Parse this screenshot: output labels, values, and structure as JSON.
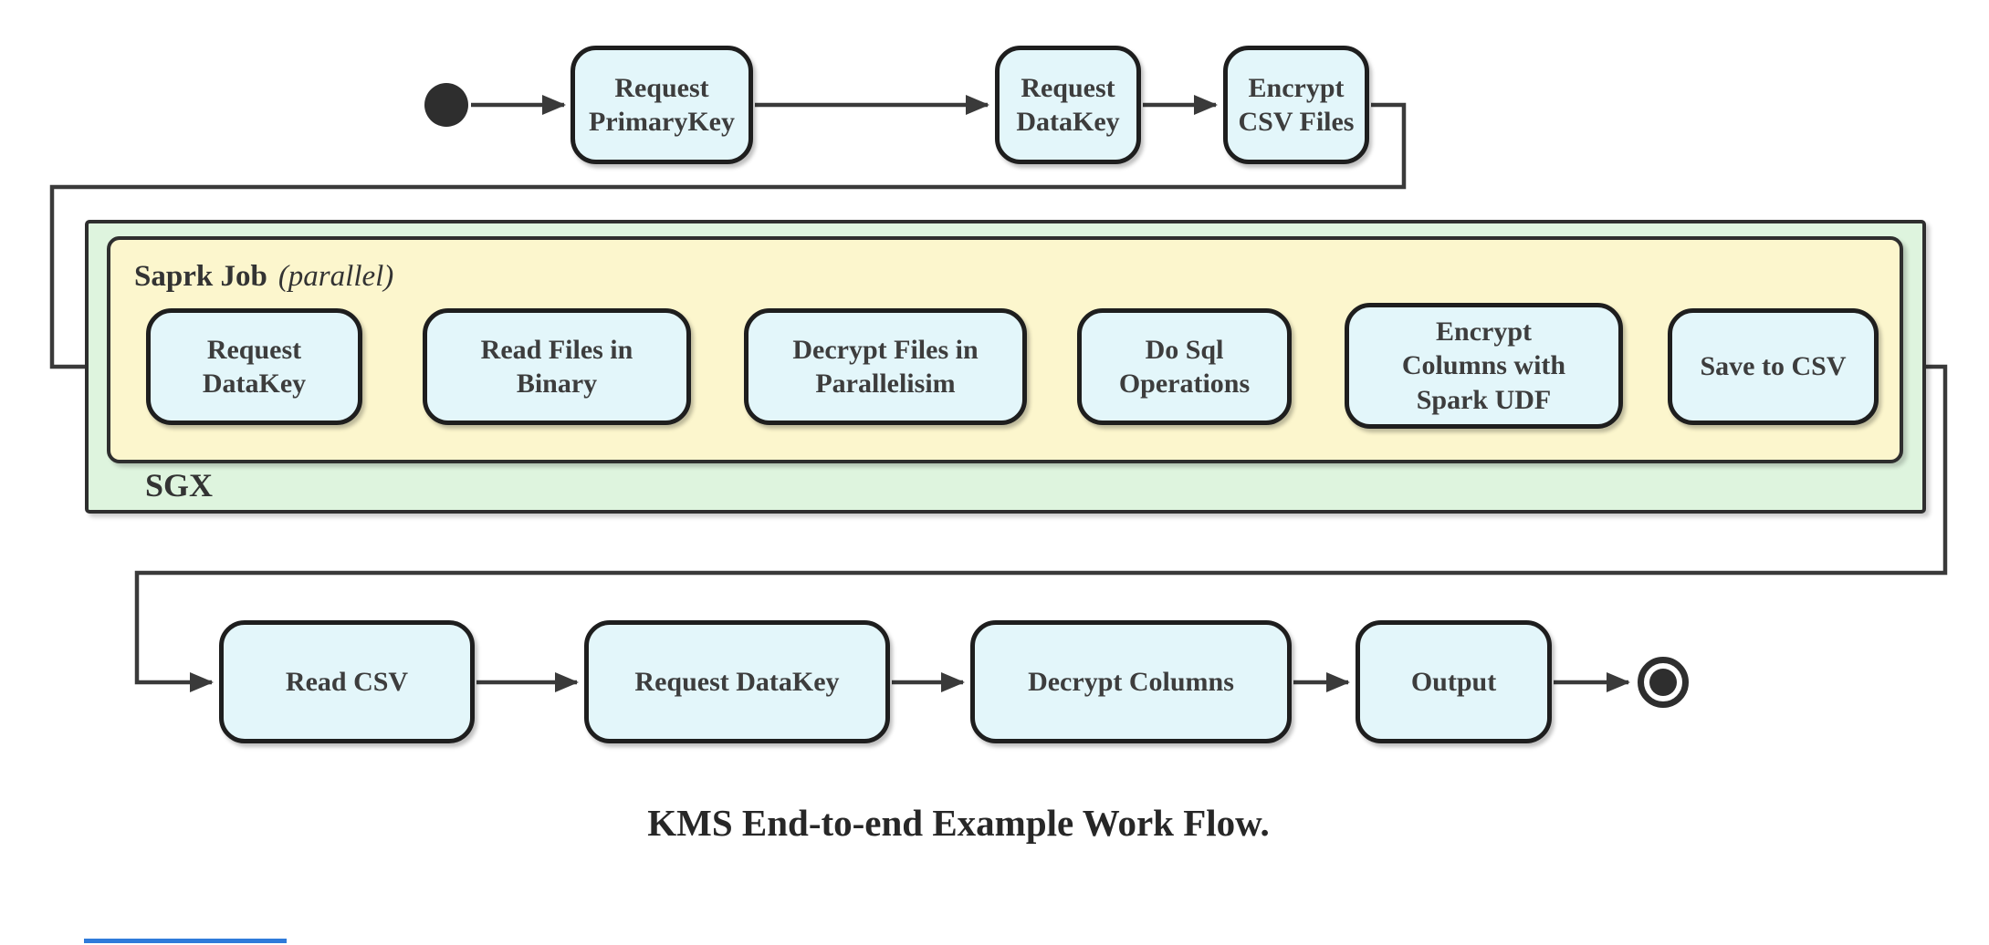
{
  "diagram": {
    "caption": "KMS End-to-end Example Work Flow.",
    "colors": {
      "node_fill": "#e3f6fa",
      "node_border": "#1e1e1e",
      "spark_group_fill": "#fcf6cd",
      "sgx_group_fill": "#def4de",
      "edge": "#3a3a3a",
      "text": "#3d3d3d",
      "artifact_blue": "#2f7bda"
    },
    "top_flow": [
      {
        "label": "Request\nPrimaryKey"
      },
      {
        "label": "Request\nDataKey"
      },
      {
        "label": "Encrypt\nCSV Files"
      }
    ],
    "sgx_group": {
      "label": "SGX",
      "spark_group": {
        "title": "Saprk Job",
        "qualifier": "(parallel)",
        "nodes": [
          {
            "label": "Request\nDataKey"
          },
          {
            "label": "Read Files in\nBinary"
          },
          {
            "label": "Decrypt Files in\nParallelisim"
          },
          {
            "label": "Do Sql\nOperations"
          },
          {
            "label": "Encrypt\nColumns with\nSpark UDF"
          },
          {
            "label": "Save to CSV"
          }
        ]
      }
    },
    "bottom_flow": [
      {
        "label": "Read CSV"
      },
      {
        "label": "Request DataKey"
      },
      {
        "label": "Decrypt Columns"
      },
      {
        "label": "Output"
      }
    ]
  }
}
